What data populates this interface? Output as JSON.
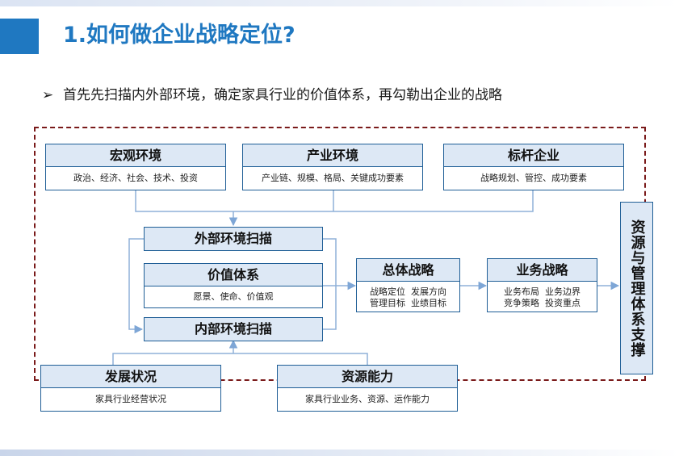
{
  "title": "1.如何做企业战略定位?",
  "bullet_symbol": "➢",
  "subtitle": "首先先扫描内外部环境，确定家具行业的价值体系，再勾勒出企业的战略",
  "boxes": {
    "macro": {
      "title": "宏观环境",
      "desc": "政治、经济、社会、技术、投资"
    },
    "industry": {
      "title": "产业环境",
      "desc": "产业链、规模、格局、关键成功要素"
    },
    "benchmark": {
      "title": "标杆企业",
      "desc": "战略规划、管控、成功要素"
    },
    "external_scan": {
      "title": "外部环境扫描"
    },
    "value_system": {
      "title": "价值体系",
      "desc": "愿景、使命、价值观"
    },
    "internal_scan": {
      "title": "内部环境扫描"
    },
    "overall_strategy": {
      "title": "总体战略",
      "desc_line1": "战略定位  发展方向",
      "desc_line2": "管理目标  业绩目标"
    },
    "business_strategy": {
      "title": "业务战略",
      "desc_line1": "业务布局  业务边界",
      "desc_line2": "竞争策略  投资重点"
    },
    "development": {
      "title": "发展状况",
      "desc": "家具行业经营状况"
    },
    "capability": {
      "title": "资源能力",
      "desc": "家具行业业务、资源、运作能力"
    },
    "support": {
      "title": "资源与管理体系支撑"
    }
  },
  "colors": {
    "accent": "#1f78c1",
    "box_border": "#1f5e96",
    "box_fill": "#dde8f5",
    "frame": "#7a1a1a",
    "line": "#8fb0d8"
  }
}
